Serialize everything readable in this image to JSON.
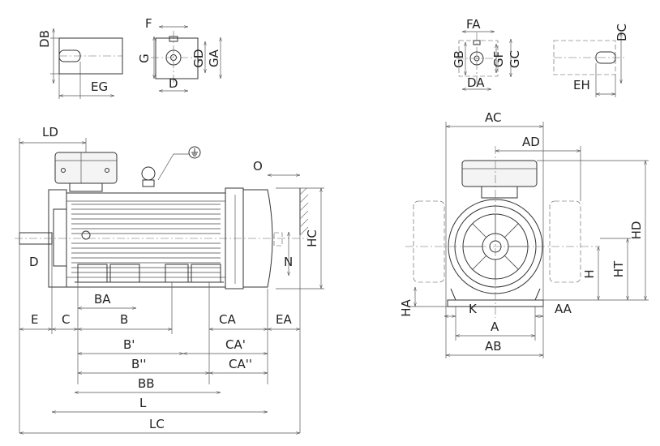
{
  "labels": {
    "DB": "DB",
    "F": "F",
    "G": "G",
    "GD": "GD",
    "GA": "GA",
    "D_shaft": "D",
    "EG": "EG",
    "FA": "FA",
    "GB": "GB",
    "GF": "GF",
    "GC": "GC",
    "DA": "DA",
    "DC": "DC",
    "EH": "EH",
    "LD": "LD",
    "O": "O",
    "D_side": "D",
    "HC": "HC",
    "N": "N",
    "BA": "BA",
    "E": "E",
    "C": "C",
    "B": "B",
    "CA": "CA",
    "EA": "EA",
    "B1": "B'",
    "CA1": "CA'",
    "B2": "B''",
    "CA2": "CA''",
    "BB": "BB",
    "L": "L",
    "LC": "LC",
    "AC": "AC",
    "AD": "AD",
    "HD": "HD",
    "H": "H",
    "HT": "HT",
    "HA": "HA",
    "K": "K",
    "AA": "AA",
    "A": "A",
    "AB": "AB"
  },
  "icons": {
    "ground": "ground-symbol-icon"
  }
}
